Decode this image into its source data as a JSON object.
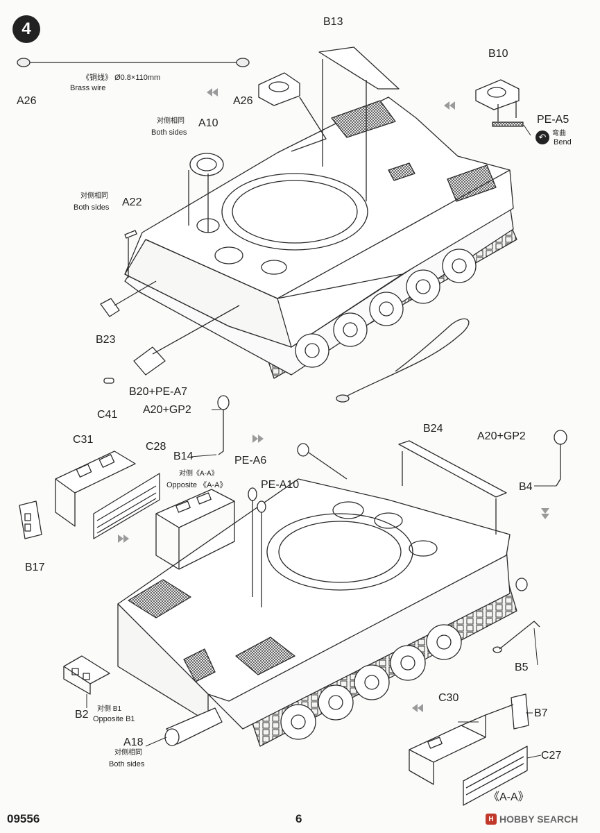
{
  "step": "4",
  "page_number": "6",
  "kit_code": "09556",
  "watermark": "HOBBY SEARCH",
  "watermark_mark": "H",
  "bend_icon_glyph": "↶",
  "brass_wire": {
    "spec_cn": "《铜线》",
    "spec_dim": "Ø0.8×110mm",
    "label_en": "Brass wire"
  },
  "notes": {
    "both_sides_cn": "对侧相同",
    "both_sides_en": "Both sides",
    "opposite_aa_cn": "对侧《A-A》",
    "opposite_aa_en": "Opposite 《A-A》",
    "opposite_b1_cn": "对侧 B1",
    "opposite_b1_en": "Opposite B1",
    "bend_cn": "弯曲",
    "bend_en": "Bend",
    "aa_label": "《A-A》"
  },
  "parts": {
    "a26": "A26",
    "b13": "B13",
    "b10": "B10",
    "pe_a5": "PE-A5",
    "a10": "A10",
    "a22": "A22",
    "b23": "B23",
    "b20_pe_a7": "B20+PE-A7",
    "c41": "C41",
    "a20_gp2": "A20+GP2",
    "b14": "B14",
    "c31": "C31",
    "c28": "C28",
    "pe_a6": "PE-A6",
    "pe_a10": "PE-A10",
    "b24": "B24",
    "b4": "B4",
    "b17": "B17",
    "b5": "B5",
    "b2": "B2",
    "a18": "A18",
    "c30": "C30",
    "b7": "B7",
    "c27": "C27"
  }
}
